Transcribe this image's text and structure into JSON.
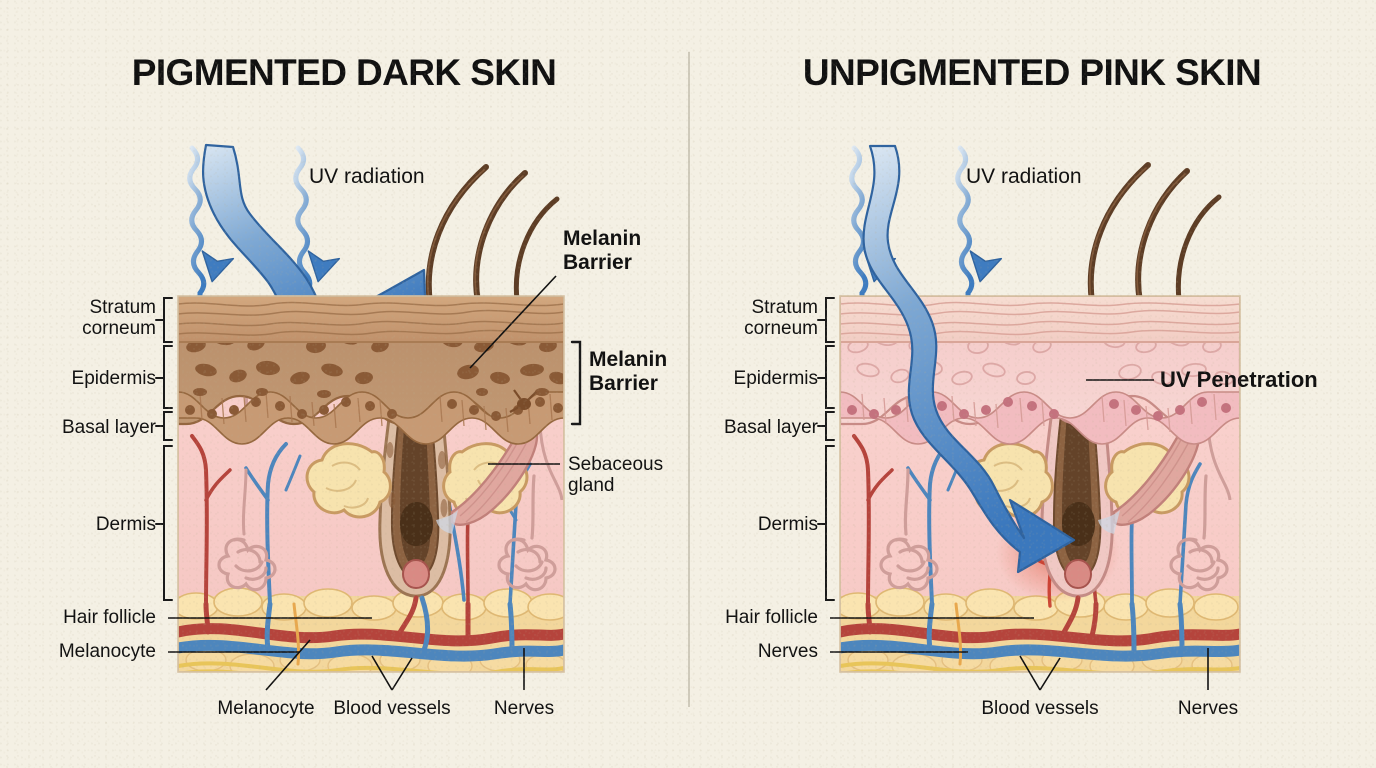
{
  "page": {
    "background_color": "#f4f0e4",
    "divider_color": "#cfcabb"
  },
  "colors": {
    "uv_blue": "#3f7cc0",
    "uv_blue_light": "#b9cfe4",
    "stratum_corneum_dark": "#c79a74",
    "epidermis_dark": "#b58a68",
    "melanin_granule": "#8a5a36",
    "stratum_corneum_pink": "#f3cfc6",
    "epidermis_pink": "#f2c3c2",
    "dermis": "#f7ccc8",
    "hypodermis": "#f5dca6",
    "artery_red": "#c0392f",
    "vein_blue": "#4d86bd",
    "nerve_yellow": "#e8c55a",
    "hair_brown": "#6e4a2e",
    "sebaceous_yellow": "#f5e0a8",
    "damage_red": "#d94b3a"
  },
  "panels": [
    {
      "id": "pigmented-dark-skin",
      "title": "PIGMENTED DARK SKIN",
      "uv_label": "UV radiation",
      "left_labels": [
        {
          "key": "stratum-corneum",
          "text": "Stratum\ncorneum"
        },
        {
          "key": "epidermis",
          "text": "Epidermis"
        },
        {
          "key": "basal-layer",
          "text": "Basal layer"
        },
        {
          "key": "dermis",
          "text": "Dermis"
        },
        {
          "key": "hair-follicle",
          "text": "Hair follicle"
        },
        {
          "key": "melanocyte",
          "text": "Melanocyte"
        }
      ],
      "right_labels": [
        {
          "key": "melanin-barrier-top",
          "text": "Melanin\nBarrier",
          "bold": true
        },
        {
          "key": "melanin-barrier-bracket",
          "text": "Melanin\nBarrier",
          "bold": true
        },
        {
          "key": "sebaceous-gland",
          "text": "Sebaceous\ngland",
          "bold": false
        }
      ],
      "bottom_labels": [
        {
          "key": "melanocyte",
          "text": "Melanocyte"
        },
        {
          "key": "blood-vessels",
          "text": "Blood vessels"
        },
        {
          "key": "nerves",
          "text": "Nerves"
        }
      ]
    },
    {
      "id": "unpigmented-pink-skin",
      "title": "UNPIGMENTED PINK SKIN",
      "uv_label": "UV radiation",
      "left_labels": [
        {
          "key": "stratum-corneum",
          "text": "Stratum\ncorneum"
        },
        {
          "key": "epidermis",
          "text": "Epidermis"
        },
        {
          "key": "basal-layer",
          "text": "Basal layer"
        },
        {
          "key": "dermis",
          "text": "Dermis"
        },
        {
          "key": "hair-follicle",
          "text": "Hair follicle"
        },
        {
          "key": "nerves",
          "text": "Nerves"
        }
      ],
      "right_labels": [
        {
          "key": "uv-penetration",
          "text": "UV Penetration",
          "bold": true
        }
      ],
      "bottom_labels": [
        {
          "key": "blood-vessels",
          "text": "Blood vessels"
        },
        {
          "key": "nerves",
          "text": "Nerves"
        }
      ]
    }
  ]
}
